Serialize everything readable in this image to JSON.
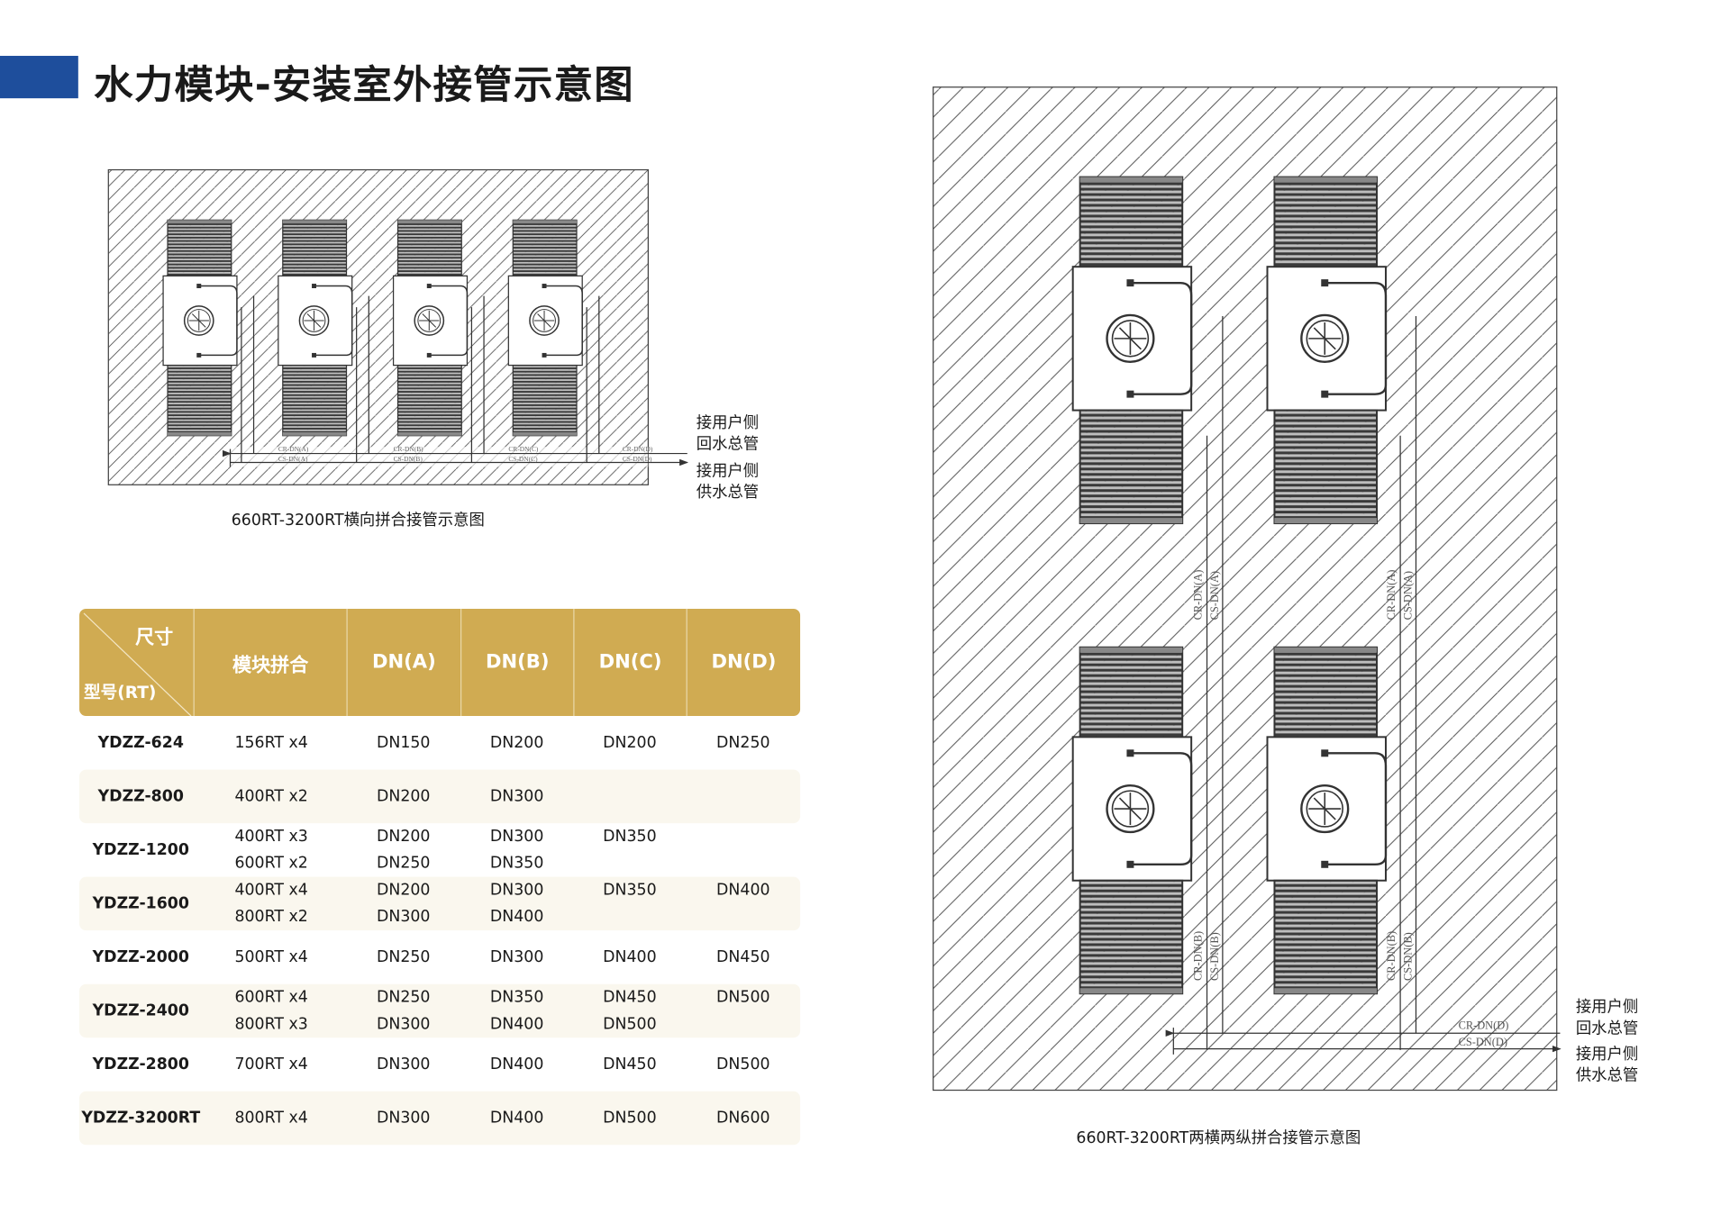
{
  "title": "水力模块-安装室外接管示意图",
  "colors": {
    "brand_blue": "#1e4e9c",
    "header_gold": "#d0ab52",
    "row_shade": "#faf7ee"
  },
  "left_diagram": {
    "caption": "660RT-3200RT横向拼合接管示意图",
    "return_label": [
      "接用户侧",
      "回水总管"
    ],
    "supply_label": [
      "接用户侧",
      "供水总管"
    ],
    "pipe_labels": [
      {
        "cr": "CR-DN(A)",
        "cs": "CS-DN(A)"
      },
      {
        "cr": "CR-DN(B)",
        "cs": "CS-DN(B)"
      },
      {
        "cr": "CR-DN(C)",
        "cs": "CS-DN(C)"
      },
      {
        "cr": "CR-DN(D)",
        "cs": "CS-DN(D)"
      }
    ]
  },
  "right_diagram": {
    "caption": "660RT-3200RT两横两纵拼合接管示意图",
    "return_label": [
      "接用户侧",
      "回水总管"
    ],
    "supply_label": [
      "接用户侧",
      "供水总管"
    ],
    "upper_labels": {
      "cr": "CR-DN(A)",
      "cs": "CS-DN(A)"
    },
    "lower_labels": {
      "cr": "CR-DN(B)",
      "cs": "CS-DN(B)"
    },
    "main_labels": {
      "cr": "CR-DN(D)",
      "cs": "CS-DN(D)"
    }
  },
  "table": {
    "corner_top": "尺寸",
    "corner_bottom": "型号(RT)",
    "headers": [
      "模块拼合",
      "DN(A)",
      "DN(B)",
      "DN(C)",
      "DN(D)"
    ],
    "rows": [
      {
        "model": "YDZZ-624",
        "combos": [
          "156RT x4"
        ],
        "a": [
          "DN150"
        ],
        "b": [
          "DN200"
        ],
        "c": [
          "DN200"
        ],
        "d": [
          "DN250"
        ]
      },
      {
        "model": "YDZZ-800",
        "combos": [
          "400RT x2"
        ],
        "a": [
          "DN200"
        ],
        "b": [
          "DN300"
        ],
        "c": [],
        "d": []
      },
      {
        "model": "YDZZ-1200",
        "combos": [
          "400RT x3",
          "600RT x2"
        ],
        "a": [
          "DN200",
          "DN250"
        ],
        "b": [
          "DN300",
          "DN350"
        ],
        "c": [
          "DN350"
        ],
        "d": []
      },
      {
        "model": "YDZZ-1600",
        "combos": [
          "400RT x4",
          "800RT x2"
        ],
        "a": [
          "DN200",
          "DN300"
        ],
        "b": [
          "DN300",
          "DN400"
        ],
        "c": [
          "DN350"
        ],
        "d": [
          "DN400"
        ]
      },
      {
        "model": "YDZZ-2000",
        "combos": [
          "500RT x4"
        ],
        "a": [
          "DN250"
        ],
        "b": [
          "DN300"
        ],
        "c": [
          "DN400"
        ],
        "d": [
          "DN450"
        ]
      },
      {
        "model": "YDZZ-2400",
        "combos": [
          "600RT x4",
          "800RT x3"
        ],
        "a": [
          "DN250",
          "DN300"
        ],
        "b": [
          "DN350",
          "DN400"
        ],
        "c": [
          "DN450",
          "DN500"
        ],
        "d": [
          "DN500"
        ]
      },
      {
        "model": "YDZZ-2800",
        "combos": [
          "700RT x4"
        ],
        "a": [
          "DN300"
        ],
        "b": [
          "DN400"
        ],
        "c": [
          "DN450"
        ],
        "d": [
          "DN500"
        ]
      },
      {
        "model": "YDZZ-3200RT",
        "combos": [
          "800RT x4"
        ],
        "a": [
          "DN300"
        ],
        "b": [
          "DN400"
        ],
        "c": [
          "DN500"
        ],
        "d": [
          "DN600"
        ]
      }
    ]
  }
}
